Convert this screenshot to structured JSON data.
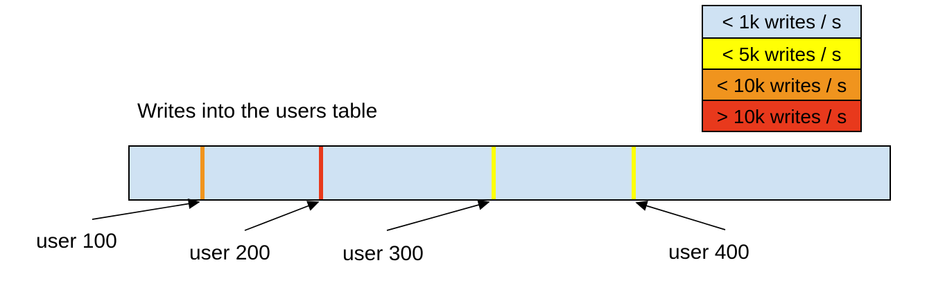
{
  "title": "Writes into the users table",
  "legend": {
    "items": [
      {
        "name": "lt-1k",
        "label": "< 1k writes / s",
        "color": "#cfe2f3"
      },
      {
        "name": "lt-5k",
        "label": "< 5k writes / s",
        "color": "#ffff05"
      },
      {
        "name": "lt-10k",
        "label": "< 10k writes / s",
        "color": "#f0941e"
      },
      {
        "name": "gt-10k",
        "label": "> 10k writes / s",
        "color": "#e8391c"
      }
    ]
  },
  "bar": {
    "fill": "#cfe2f3",
    "border_color": "#000000",
    "markers": [
      {
        "label": "user 100",
        "rate": "< 10k writes / s",
        "color": "#f0941e",
        "position_pct": 9.6
      },
      {
        "label": "user 200",
        "rate": "> 10k writes / s",
        "color": "#e8391c",
        "position_pct": 25.2
      },
      {
        "label": "user 300",
        "rate": "< 5k writes / s",
        "color": "#ffff05",
        "position_pct": 47.9
      },
      {
        "label": "user 400",
        "rate": "< 5k writes / s",
        "color": "#ffff05",
        "position_pct": 66.3
      }
    ]
  }
}
